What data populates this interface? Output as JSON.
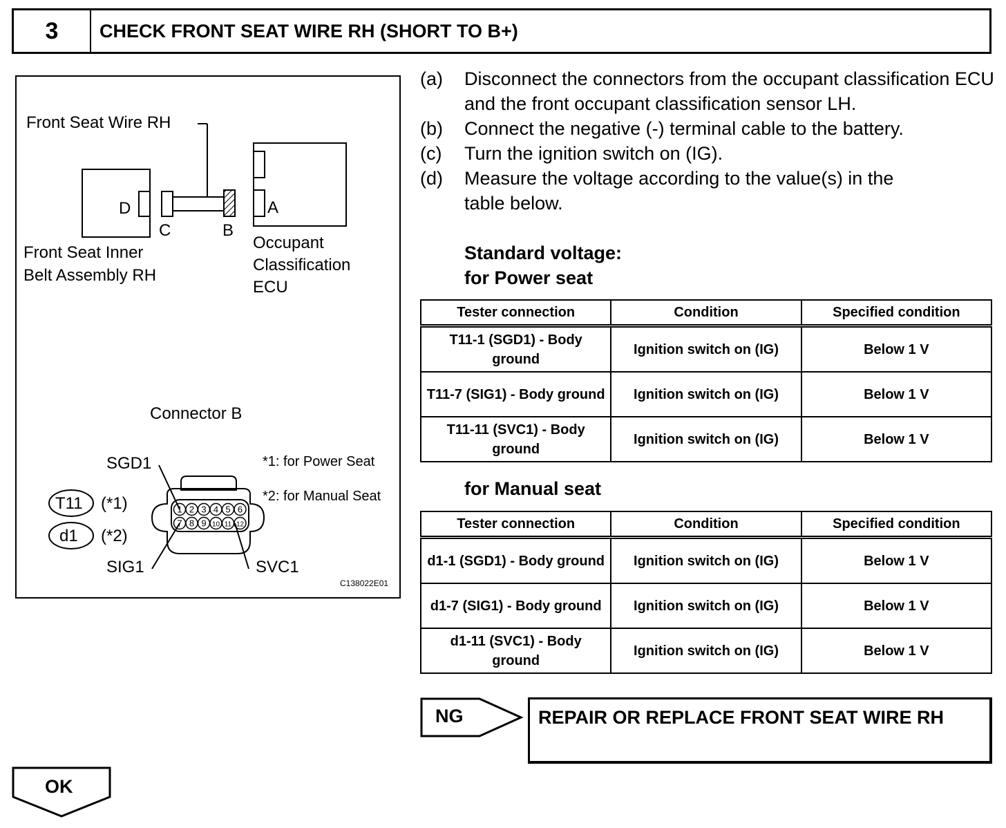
{
  "header": {
    "number": "3",
    "title": "CHECK FRONT SEAT WIRE RH (SHORT TO B+)"
  },
  "figure": {
    "wire_label": "Front Seat Wire RH",
    "label_d": "D",
    "label_c": "C",
    "label_b": "B",
    "label_a": "A",
    "belt_label_1": "Front Seat Inner",
    "belt_label_2": "Belt Assembly RH",
    "ecu_label_1": "Occupant",
    "ecu_label_2": "Classification",
    "ecu_label_3": "ECU",
    "connector_title": "Connector B",
    "sgd1": "SGD1",
    "sig1": "SIG1",
    "svc1": "SVC1",
    "t11": "T11",
    "d1": "d1",
    "t11_note": "(*1)",
    "d1_note": "(*2)",
    "note1": "*1: for Power Seat",
    "note2": "*2: for Manual Seat",
    "code": "C138022E01",
    "pins_top": [
      "1",
      "2",
      "3",
      "4",
      "5",
      "6"
    ],
    "pins_bottom": [
      "7",
      "8",
      "9",
      "10",
      "11",
      "12"
    ]
  },
  "steps": [
    {
      "letter": "(a)",
      "text": "Disconnect the connectors from the occupant classification ECU and the front occupant classification sensor LH."
    },
    {
      "letter": "(b)",
      "text": "Connect the negative (-) terminal cable to the battery."
    },
    {
      "letter": "(c)",
      "text": "Turn the ignition switch on (IG)."
    },
    {
      "letter": "(d)",
      "text": "Measure the voltage according to the value(s) in the table below."
    }
  ],
  "standard_label": "Standard voltage:",
  "power_label": "for Power seat",
  "manual_label": "for Manual seat",
  "table_headers": [
    "Tester connection",
    "Condition",
    "Specified condition"
  ],
  "power_table": [
    [
      "T11-1 (SGD1) - Body ground",
      "Ignition switch on (IG)",
      "Below 1 V"
    ],
    [
      "T11-7 (SIG1) - Body ground",
      "Ignition switch on (IG)",
      "Below 1 V"
    ],
    [
      "T11-11 (SVC1) - Body ground",
      "Ignition switch on (IG)",
      "Below 1 V"
    ]
  ],
  "manual_table": [
    [
      "d1-1 (SGD1) - Body ground",
      "Ignition switch on (IG)",
      "Below 1 V"
    ],
    [
      "d1-7 (SIG1) - Body ground",
      "Ignition switch on (IG)",
      "Below 1 V"
    ],
    [
      "d1-11 (SVC1) - Body ground",
      "Ignition switch on (IG)",
      "Below 1 V"
    ]
  ],
  "ng_label": "NG",
  "ng_action": "REPAIR OR REPLACE FRONT SEAT WIRE RH",
  "ok_label": "OK"
}
